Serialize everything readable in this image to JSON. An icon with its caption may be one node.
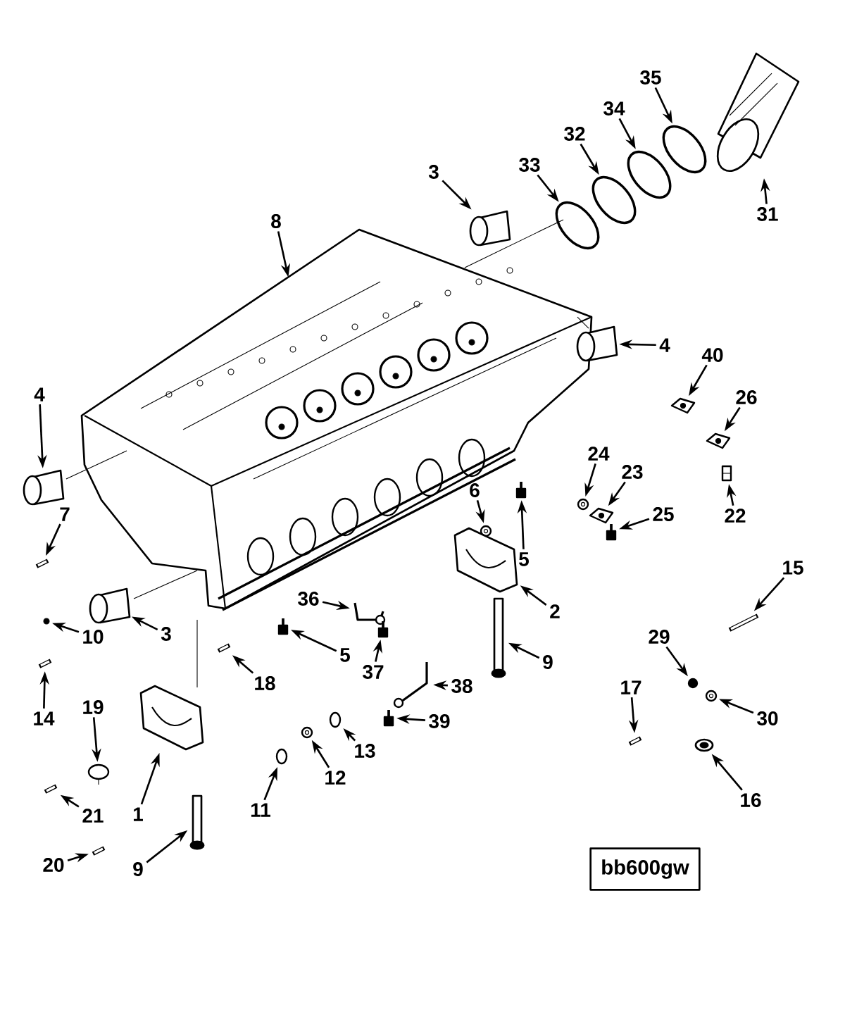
{
  "diagram": {
    "nodes": [
      {
        "text": [
          "8"
        ]
      },
      {
        "text": [
          "3"
        ]
      },
      {
        "text": [
          "33"
        ]
      },
      {
        "text": [
          "32"
        ]
      },
      {
        "text": [
          "34"
        ]
      },
      {
        "text": [
          "35"
        ]
      },
      {
        "text": [
          "31"
        ]
      },
      {
        "text": [
          "4"
        ]
      },
      {
        "text": [
          "4"
        ]
      },
      {
        "text": [
          "40"
        ]
      },
      {
        "text": [
          "26"
        ]
      },
      {
        "text": [
          "24"
        ]
      },
      {
        "text": [
          "23"
        ]
      },
      {
        "text": [
          "25"
        ]
      },
      {
        "text": [
          "22"
        ]
      },
      {
        "text": [
          "6"
        ]
      },
      {
        "text": [
          "5"
        ]
      },
      {
        "text": [
          "7"
        ]
      },
      {
        "text": [
          "15"
        ]
      },
      {
        "text": [
          "36"
        ]
      },
      {
        "text": [
          "2"
        ]
      },
      {
        "text": [
          "3"
        ]
      },
      {
        "text": [
          "10"
        ]
      },
      {
        "text": [
          "5"
        ]
      },
      {
        "text": [
          "37"
        ]
      },
      {
        "text": [
          "9"
        ]
      },
      {
        "text": [
          "18"
        ]
      },
      {
        "text": [
          "29"
        ]
      },
      {
        "text": [
          "14"
        ]
      },
      {
        "text": [
          "38"
        ]
      },
      {
        "text": [
          "17"
        ]
      },
      {
        "text": [
          "19"
        ]
      },
      {
        "text": [
          "30"
        ]
      },
      {
        "text": [
          "39"
        ]
      },
      {
        "text": [
          "13"
        ]
      },
      {
        "text": [
          "12"
        ]
      },
      {
        "text": [
          "1"
        ]
      },
      {
        "text": [
          "21"
        ]
      },
      {
        "text": [
          "11"
        ]
      },
      {
        "text": [
          "16"
        ]
      },
      {
        "text": [
          "20"
        ]
      },
      {
        "text": [
          "9"
        ]
      },
      {
        "text": [
          "bb600gw"
        ]
      },
      {
        "text": [],
        "shape": "cylinder"
      },
      {
        "text": [],
        "shape": "picture"
      },
      {
        "text": [],
        "shape": "picture"
      },
      {
        "text": [],
        "shape": "picture"
      },
      {
        "text": [],
        "shape": "picture"
      },
      {
        "text": [],
        "shape": "picture"
      },
      {
        "text": [],
        "shape": "cylinder"
      },
      {
        "text": [],
        "shape": "cylinder"
      },
      {
        "text": [],
        "shape": "picture"
      },
      {
        "text": [],
        "shape": "picture"
      },
      {
        "text": [],
        "shape": "circle"
      },
      {
        "text": [],
        "shape": "picture"
      },
      {
        "text": [],
        "shape": "box"
      },
      {
        "text": [],
        "shape": "picture"
      },
      {
        "text": [],
        "shape": "circle"
      },
      {
        "text": [],
        "shape": "box"
      },
      {
        "text": [],
        "shape": "picture"
      },
      {
        "text": [],
        "shape": "picture"
      },
      {
        "text": [],
        "shape": "picture"
      },
      {
        "text": [],
        "shape": "picture"
      },
      {
        "text": [],
        "shape": "cylinder"
      },
      {
        "text": [],
        "shape": "circle"
      },
      {
        "text": [],
        "shape": "box"
      },
      {
        "text": [],
        "shape": "box"
      },
      {
        "text": [],
        "shape": "bar"
      },
      {
        "text": [],
        "shape": "picture"
      },
      {
        "text": [],
        "shape": "circle"
      },
      {
        "text": [],
        "shape": "picture"
      },
      {
        "text": [],
        "shape": "picture"
      },
      {
        "text": [],
        "shape": "picture"
      },
      {
        "text": [],
        "shape": "picture"
      },
      {
        "text": [],
        "shape": "circle"
      },
      {
        "text": [],
        "shape": "box"
      },
      {
        "text": [],
        "shape": "circle"
      },
      {
        "text": [],
        "shape": "circle"
      },
      {
        "text": [],
        "shape": "picture"
      },
      {
        "text": [],
        "shape": "picture"
      },
      {
        "text": [],
        "shape": "circle"
      },
      {
        "text": [],
        "shape": "circle"
      },
      {
        "text": [],
        "shape": "picture"
      },
      {
        "text": [],
        "shape": "bar"
      }
    ],
    "edges": [
      {
        "from": 0,
        "to": null,
        "arrow": "to"
      },
      {
        "from": 1,
        "to": 43,
        "arrow": "to"
      },
      {
        "from": 2,
        "to": 44,
        "arrow": "to"
      },
      {
        "from": 3,
        "to": 45,
        "arrow": "to"
      },
      {
        "from": 4,
        "to": 46,
        "arrow": "to"
      },
      {
        "from": 5,
        "to": 47,
        "arrow": "to"
      },
      {
        "from": 6,
        "to": 48,
        "arrow": "to"
      },
      {
        "from": 7,
        "to": 49,
        "arrow": "to"
      },
      {
        "from": 8,
        "to": 50,
        "arrow": "to"
      },
      {
        "from": 9,
        "to": 51,
        "arrow": "to"
      },
      {
        "from": 10,
        "to": 52,
        "arrow": "to"
      },
      {
        "from": 11,
        "to": 53,
        "arrow": "to"
      },
      {
        "from": 12,
        "to": 54,
        "arrow": "to"
      },
      {
        "from": 13,
        "to": 55,
        "arrow": "to"
      },
      {
        "from": 14,
        "to": 56,
        "arrow": "to"
      },
      {
        "from": 15,
        "to": 57,
        "arrow": "to"
      },
      {
        "from": 16,
        "to": 58,
        "arrow": "to"
      },
      {
        "from": 17,
        "to": 59,
        "arrow": "to"
      },
      {
        "from": 18,
        "to": 60,
        "arrow": "to"
      },
      {
        "from": 19,
        "to": 61,
        "arrow": "to"
      },
      {
        "from": 20,
        "to": 62,
        "arrow": "to"
      },
      {
        "from": 21,
        "to": 63,
        "arrow": "to"
      },
      {
        "from": 22,
        "to": 64,
        "arrow": "to"
      },
      {
        "from": 23,
        "to": 65,
        "arrow": "to"
      },
      {
        "from": 24,
        "to": 66,
        "arrow": "to"
      },
      {
        "from": 25,
        "to": 67,
        "arrow": "to"
      },
      {
        "from": 26,
        "to": 68,
        "arrow": "to"
      },
      {
        "from": 27,
        "to": 69,
        "arrow": "to"
      },
      {
        "from": 28,
        "to": 70,
        "arrow": "to"
      },
      {
        "from": 29,
        "to": 71,
        "arrow": "to"
      },
      {
        "from": 30,
        "to": 72,
        "arrow": "to"
      },
      {
        "from": 31,
        "to": 73,
        "arrow": "to"
      },
      {
        "from": 32,
        "to": 74,
        "arrow": "to"
      },
      {
        "from": 33,
        "to": 75,
        "arrow": "to"
      },
      {
        "from": 34,
        "to": 76,
        "arrow": "to"
      },
      {
        "from": 35,
        "to": 77,
        "arrow": "to"
      },
      {
        "from": 36,
        "to": 78,
        "arrow": "to"
      },
      {
        "from": 37,
        "to": 79,
        "arrow": "to"
      },
      {
        "from": 38,
        "to": 80,
        "arrow": "to"
      },
      {
        "from": 39,
        "to": 81,
        "arrow": "to"
      },
      {
        "from": 40,
        "to": 82,
        "arrow": "to"
      },
      {
        "from": 41,
        "to": 83,
        "arrow": "to"
      }
    ]
  }
}
